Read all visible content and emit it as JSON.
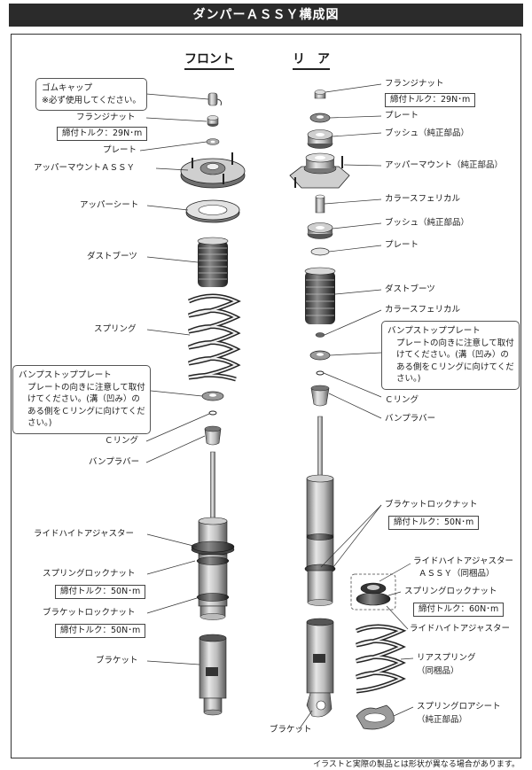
{
  "title": "ダンパーＡＳＳＹ構成図",
  "headings": {
    "front": "フロント",
    "rear": "リ　ア"
  },
  "front": {
    "rubber_cap_note": [
      "ゴムキャップ",
      "※必ず使用してください。"
    ],
    "flange_nut": "フランジナット",
    "flange_nut_torque": "締付トルク：29N･m",
    "plate": "プレート",
    "upper_mount": "アッパーマウントＡＳＳＹ",
    "upper_seat": "アッパーシート",
    "dust_boot": "ダストブーツ",
    "spring": "スプリング",
    "bumpstop_note": [
      "バンプストッププレート",
      "プレートの向きに注意して取付",
      "けてください。(溝（凹み）の",
      "ある側をＣリングに向けてくだ",
      "さい。)"
    ],
    "c_ring": "Ｃリング",
    "bump_rubber": "バンプラバー",
    "ride_height_adjuster": "ライドハイトアジャスター",
    "spring_lock_nut": "スプリングロックナット",
    "spring_lock_nut_torque": "締付トルク：50N･m",
    "bracket_lock_nut": "ブラケットロックナット",
    "bracket_lock_nut_torque": "締付トルク：50N･m",
    "bracket": "ブラケット"
  },
  "rear": {
    "flange_nut": "フランジナット",
    "flange_nut_torque": "締付トルク：29N･m",
    "plate": "プレート",
    "bush_oem": "ブッシュ（純正部品）",
    "upper_mount_oem": "アッパーマウント（純正部品）",
    "collar_spherical": "カラースフェリカル",
    "bush_oem_2": "ブッシュ（純正部品）",
    "plate_2": "プレート",
    "dust_boot": "ダストブーツ",
    "collar_spherical_2": "カラースフェリカル",
    "bumpstop_note": [
      "バンプストッププレート",
      "プレートの向きに注意して取付",
      "けてください。(溝（凹み）の",
      "ある側をＣリングに向けてくだ",
      "さい。)"
    ],
    "c_ring": "Ｃリング",
    "bump_rubber": "バンプラバー",
    "bracket_lock_nut": "ブラケットロックナット",
    "bracket_lock_nut_torque": "締付トルク：50N･m",
    "ride_height_adjuster_assy": [
      "ライドハイトアジャスター",
      "ＡＳＳＹ（同梱品）"
    ],
    "spring_lock_nut": "スプリングロックナット",
    "spring_lock_nut_torque": "締付トルク：60N･m",
    "ride_height_adjuster": "ライドハイトアジャスター",
    "rear_spring": [
      "リアスプリング",
      "（同梱品）"
    ],
    "spring_lower_seat": [
      "スプリングロアシート",
      "（純正部品）"
    ],
    "bracket": "ブラケット"
  },
  "footer": "イラストと実際の製品とは形状が異なる場合があります。"
}
